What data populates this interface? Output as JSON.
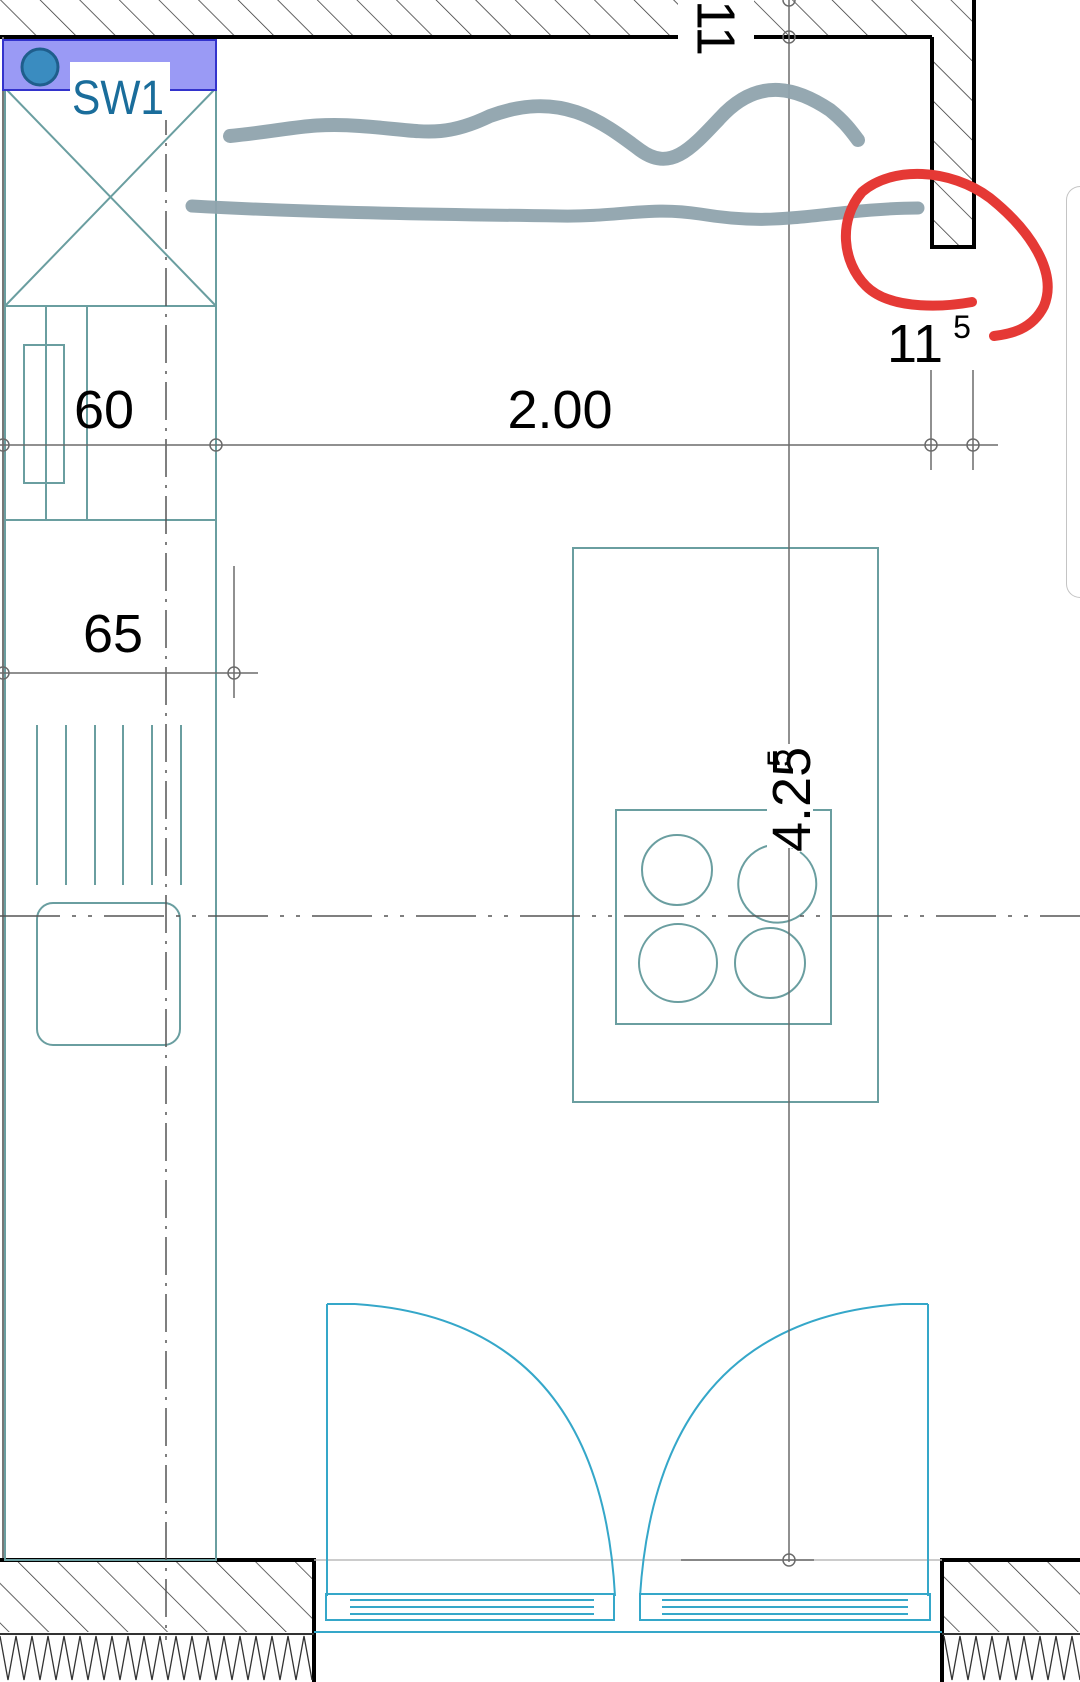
{
  "plan": {
    "title": "",
    "element_tag": "SW1",
    "dimensions": {
      "top_wall_label": "11",
      "right_wall_main": "11",
      "right_wall_sup": "5",
      "counter_depth": "60",
      "room_width": "2.00",
      "aisle_width": "65",
      "room_length_main": "4.25",
      "room_length_sup": "5"
    }
  },
  "colors": {
    "wall_line": "#000000",
    "hatch": "#333333",
    "furniture": "#6a9ea0",
    "doors": "#35a7c9",
    "dimension_line": "#6b6b6b",
    "highlight_fill": "#9a9af5",
    "highlight_border": "#3333cc",
    "marker_dot": "#3a8cc0",
    "annotation_circle": "#e53935",
    "annotation_scribble": "#8fa3ad"
  },
  "icons": {
    "marker": "blue-dot-icon",
    "annotation": "red-circle-annotation",
    "scribble": "gray-scribble-annotation"
  }
}
